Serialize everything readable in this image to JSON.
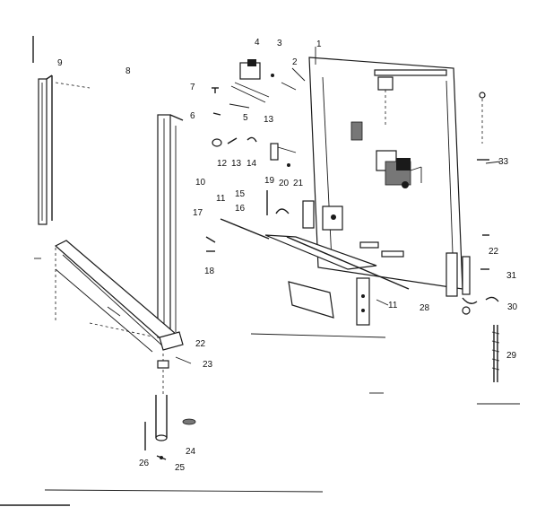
{
  "diagram": {
    "callouts": {
      "n1": "1",
      "n2": "2",
      "n3": "3",
      "n4": "4",
      "n5": "5",
      "n6": "6",
      "n7": "7",
      "n8": "8",
      "n9": "9",
      "n10": "10",
      "n11a": "11",
      "n11b": "11",
      "n12": "12",
      "n13a": "13",
      "n13b": "13",
      "n14": "14",
      "n15": "15",
      "n16": "16",
      "n17": "17",
      "n18": "18",
      "n19": "19",
      "n20": "20",
      "n21": "21",
      "n22a": "22",
      "n22b": "22",
      "n23": "23",
      "n24": "24",
      "n25": "25",
      "n26": "26",
      "n28": "28",
      "n29": "29",
      "n30": "30",
      "n31": "31",
      "n33": "33"
    }
  }
}
